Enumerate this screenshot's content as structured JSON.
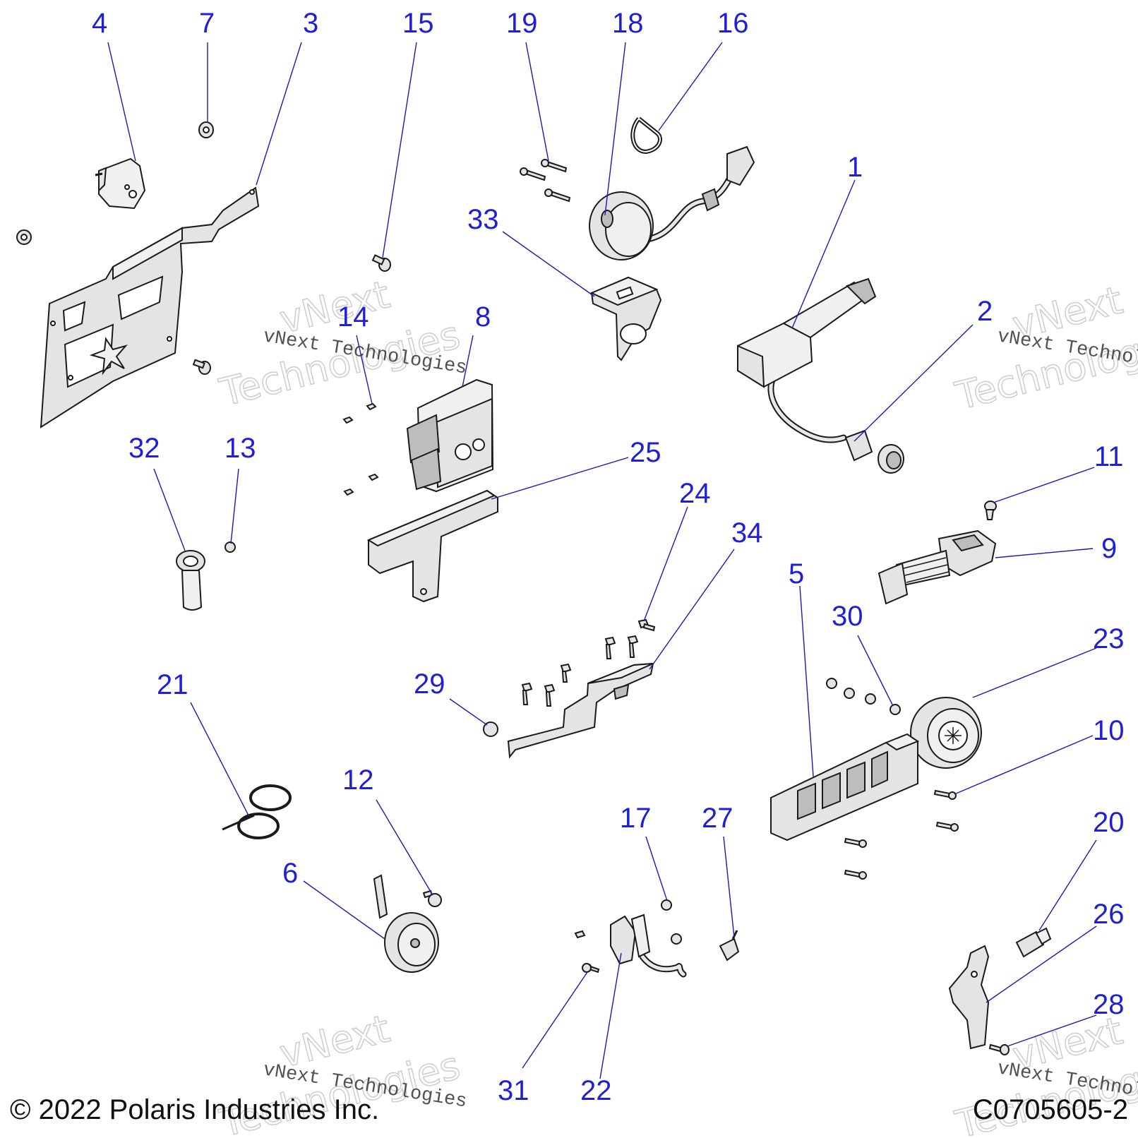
{
  "copyright": "© 2022 Polaris Industries Inc.",
  "diagram_code": "C0705605-2",
  "watermark": {
    "line": "vNext Technologies",
    "word1": "vNext",
    "word2": "Technologies"
  },
  "callouts": [
    {
      "id": "c1",
      "label": "1"
    },
    {
      "id": "c2",
      "label": "2"
    },
    {
      "id": "c3",
      "label": "3"
    },
    {
      "id": "c4",
      "label": "4"
    },
    {
      "id": "c5",
      "label": "5"
    },
    {
      "id": "c6",
      "label": "6"
    },
    {
      "id": "c7",
      "label": "7"
    },
    {
      "id": "c8",
      "label": "8"
    },
    {
      "id": "c9",
      "label": "9"
    },
    {
      "id": "c10",
      "label": "10"
    },
    {
      "id": "c11",
      "label": "11"
    },
    {
      "id": "c12",
      "label": "12"
    },
    {
      "id": "c13",
      "label": "13"
    },
    {
      "id": "c14",
      "label": "14"
    },
    {
      "id": "c15",
      "label": "15"
    },
    {
      "id": "c16",
      "label": "16"
    },
    {
      "id": "c17",
      "label": "17"
    },
    {
      "id": "c18",
      "label": "18"
    },
    {
      "id": "c19",
      "label": "19"
    },
    {
      "id": "c20",
      "label": "20"
    },
    {
      "id": "c21",
      "label": "21"
    },
    {
      "id": "c22",
      "label": "22"
    },
    {
      "id": "c23",
      "label": "23"
    },
    {
      "id": "c24",
      "label": "24"
    },
    {
      "id": "c25",
      "label": "25"
    },
    {
      "id": "c26",
      "label": "26"
    },
    {
      "id": "c27",
      "label": "27"
    },
    {
      "id": "c28",
      "label": "28"
    },
    {
      "id": "c29",
      "label": "29"
    },
    {
      "id": "c30",
      "label": "30"
    },
    {
      "id": "c31",
      "label": "31"
    },
    {
      "id": "c32",
      "label": "32"
    },
    {
      "id": "c33",
      "label": "33"
    },
    {
      "id": "c34",
      "label": "34"
    }
  ]
}
